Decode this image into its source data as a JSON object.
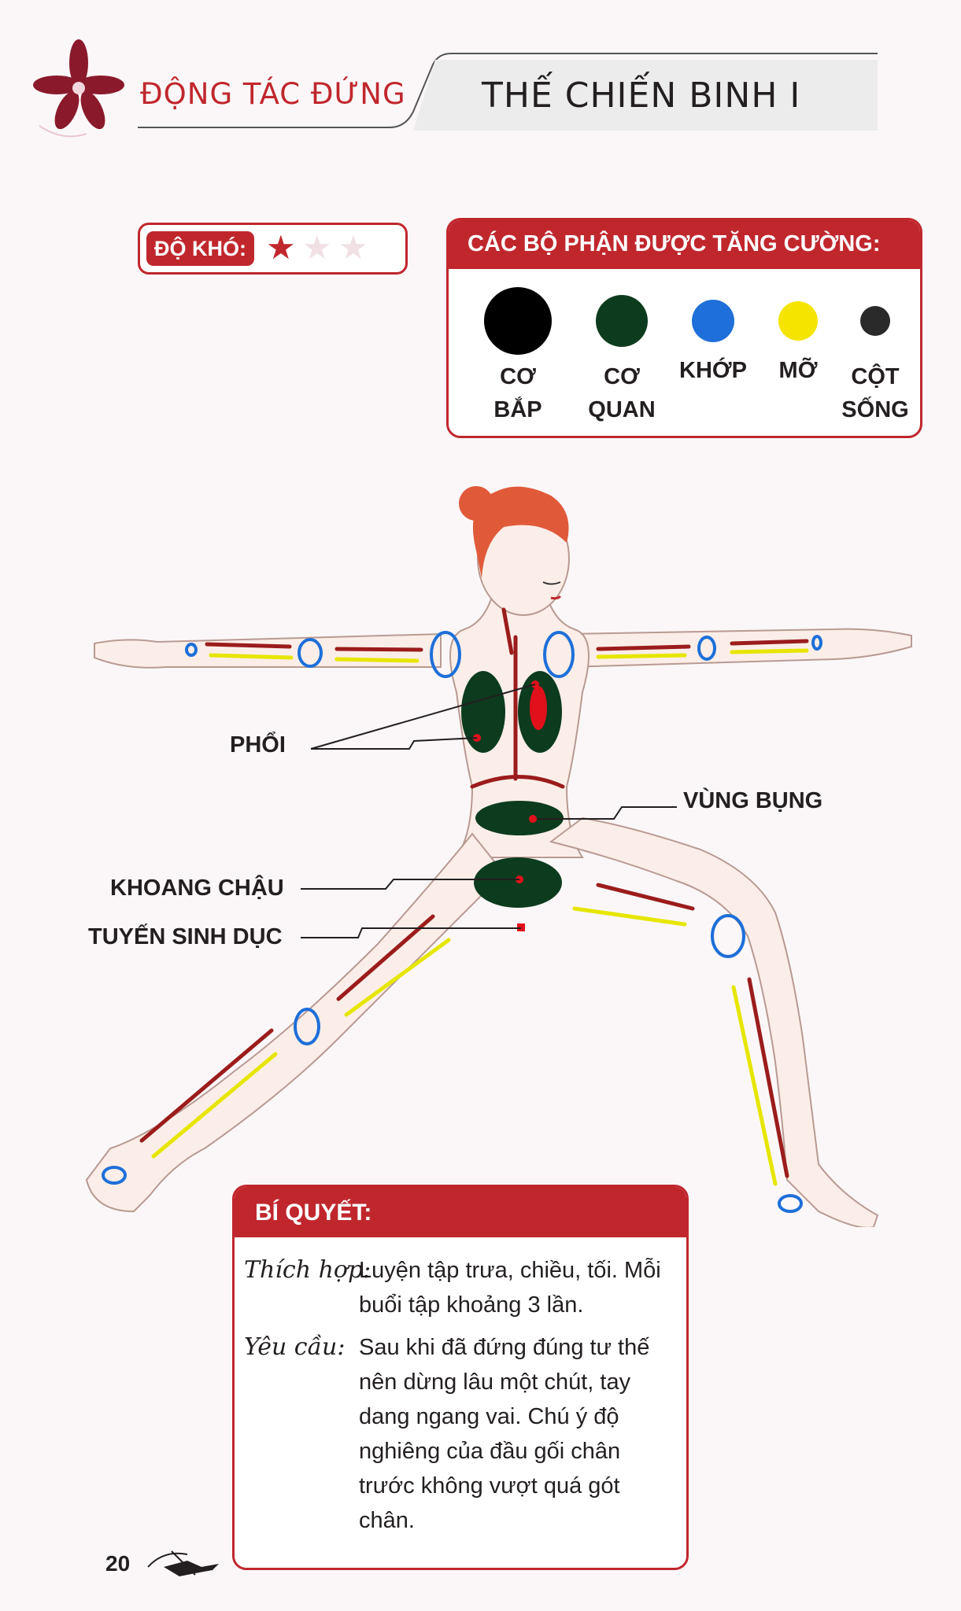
{
  "header": {
    "section_title": "ĐỘNG TÁC ĐỨNG",
    "pose_title": "THẾ CHIẾN BINH I"
  },
  "difficulty": {
    "label": "ĐỘ KHÓ:",
    "rating": 1,
    "max": 3
  },
  "body_parts": {
    "title": "CÁC BỘ PHẬN ĐƯỢC TĂNG CƯỜNG:",
    "items": [
      {
        "label": "CƠ\nBẮP",
        "color": "#000000"
      },
      {
        "label": "CƠ\nQUAN",
        "color": "#0d3b1e"
      },
      {
        "label": "KHỚP",
        "color": "#1e6fd9"
      },
      {
        "label": "MỠ",
        "color": "#f5e400"
      },
      {
        "label": "CỘT\nSỐNG",
        "color": "#2a2a2a"
      }
    ]
  },
  "callouts": {
    "lungs": "PHỔI",
    "abdomen": "VÙNG BỤNG",
    "pelvis": "KHOANG CHẬU",
    "gonads": "TUYẾN SINH DỤC"
  },
  "tips": {
    "title": "BÍ QUYẾT:",
    "rows": [
      {
        "term": "Thích hợp:",
        "text": "Luyện tập trưa, chiều, tối. Mỗi buổi tập khoảng 3 lần."
      },
      {
        "term": "Yêu cầu:",
        "text": "Sau khi đã đứng đúng tư thế nên dừng lâu một chút, tay dang ngang vai. Chú ý độ nghiêng của đầu gối chân trước không vượt quá gót chân."
      }
    ]
  },
  "page_number": "20",
  "colors": {
    "accent_red": "#c0272d",
    "organ_green": "#0d3b1e",
    "joint_blue": "#1e6fd9",
    "fat_yellow": "#e6e600",
    "muscle_red": "#9b1c1c",
    "skin": "#fbeee8"
  }
}
